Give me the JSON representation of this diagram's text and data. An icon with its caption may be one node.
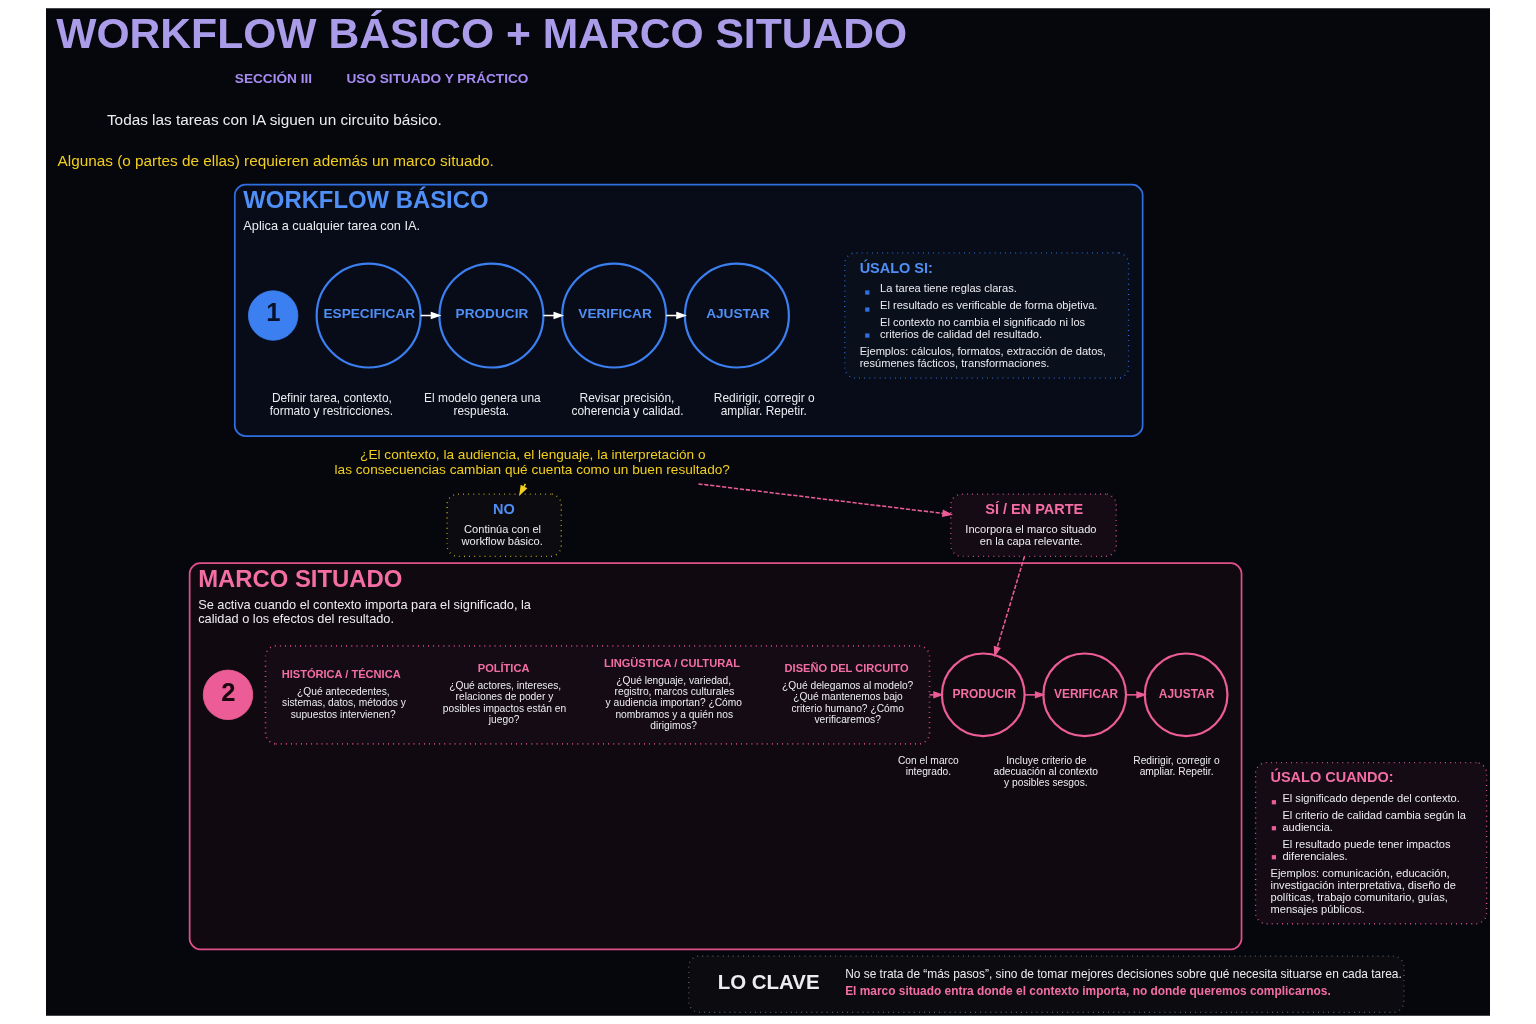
{
  "diagram": {
    "title": "WORKFLOW BÁSICO + MARCO SITUADO",
    "nodes": [
      {
        "text": [
          "WORKFLOW BÁSICO",
          "Aplica a cualquier tarea con IA."
        ]
      },
      {
        "text": [
          "1"
        ],
        "in": 0
      },
      {
        "text": [
          "ESPECIFICAR"
        ],
        "beside": [
          "Definir tarea, contexto, formato y restricciones."
        ],
        "in": 0
      },
      {
        "text": [
          "PRODUCIR"
        ],
        "beside": [
          "El modelo genera una respuesta."
        ],
        "in": 0
      },
      {
        "text": [
          "VERIFICAR"
        ],
        "beside": [
          "Revisar precisión, coherencia y calidad."
        ],
        "in": 0
      },
      {
        "text": [
          "AJUSTAR"
        ],
        "beside": [
          "Redirigir, corregir o ampliar. Repetir."
        ],
        "in": 0
      },
      {
        "text": [
          "ÚSALO SI:",
          "La tarea tiene reglas claras.",
          "El resultado es verificable de forma objetiva.",
          "El contexto no cambia el significado ni los criterios de calidad del resultado.",
          "Ejemplos: cálculos, formatos, extracción de datos, resúmenes fácticos, transformaciones."
        ],
        "in": 0
      },
      {
        "text": [
          "¿El contexto, la audiencia, el lenguaje, la interpretación o las consecuencias cambian qué cuenta como un buen resultado?"
        ]
      },
      {
        "text": [
          "NO",
          "Continúa con el workflow básico."
        ]
      },
      {
        "text": [
          "SÍ / EN PARTE",
          "Incorpora el marco situado en la capa relevante."
        ]
      },
      {
        "text": [
          "MARCO SITUADO",
          "Se activa cuando el contexto importa para el significado, la calidad o los efectos del resultado."
        ]
      },
      {
        "text": [
          "2"
        ],
        "in": 10
      },
      {
        "text": [],
        "shape": "box",
        "in": 10
      },
      {
        "text": [
          "HISTÓRICA / TÉCNICA",
          "¿Qué antecedentes, sistemas, datos, métodos y supuestos intervienen?"
        ],
        "in": 12
      },
      {
        "text": [
          "POLÍTICA",
          "¿Qué actores, intereses, relaciones de poder y posibles impactos están en juego?"
        ],
        "in": 12
      },
      {
        "text": [
          "LINGÜSTICA / CULTURAL",
          "¿Qué lenguaje, variedad, registro, marcos culturales y audiencia importan? ¿Cómo nombramos y a quién nos dirigimos?"
        ],
        "in": 12
      },
      {
        "text": [
          "DISEÑO DEL CIRCUITO",
          "¿Qué delegamos al modelo? ¿Qué mantenemos bajo criterio humano? ¿Cómo verificaremos?"
        ],
        "in": 12
      },
      {
        "text": [
          "PRODUCIR"
        ],
        "beside": [
          "Con el marco integrado."
        ],
        "in": 10
      },
      {
        "text": [
          "VERIFICAR"
        ],
        "beside": [
          "Incluye criterio de adecuación al contexto y posibles sesgos."
        ],
        "in": 10
      },
      {
        "text": [
          "AJUSTAR"
        ],
        "beside": [
          "Redirigir, corregir o ampliar. Repetir."
        ],
        "in": 10
      },
      {
        "text": [
          "ÚSALO CUANDO:",
          "El significado depende del contexto.",
          "El criterio de calidad cambia según la audiencia.",
          "El resultado puede tener impactos diferenciales.",
          "Ejemplos: comunicación, educación, investigación interpretativa, diseño de políticas, trabajo comunitario, guías, mensajes públicos."
        ]
      },
      {
        "text": [
          "LO CLAVE",
          "No se trata de “más pasos”, sino de tomar mejores decisiones sobre qué necesita situarse en cada tarea.",
          "El marco situado entra donde el contexto importa, no donde queremos complicarnos."
        ]
      }
    ],
    "edges": [
      {
        "from": 2,
        "to": 3,
        "arrow": "to",
        "color": "#ffffff"
      },
      {
        "from": 3,
        "to": 4,
        "arrow": "to",
        "color": "#ffffff"
      },
      {
        "from": 4,
        "to": 5,
        "arrow": "to",
        "color": "#ffffff"
      },
      {
        "from": 7,
        "to": 8,
        "arrow": "to",
        "style": "dashed",
        "color": "#f2cf1d"
      },
      {
        "from": 7,
        "to": 9,
        "arrow": "to",
        "style": "dashed"
      },
      {
        "from": 9,
        "to": 17,
        "arrow": "to",
        "style": "dashed"
      },
      {
        "from": 12,
        "to": 17,
        "arrow": "to"
      },
      {
        "from": 17,
        "to": 18,
        "arrow": "to"
      },
      {
        "from": 18,
        "to": 19,
        "arrow": "to"
      }
    ],
    "labels": [
      "SECCIÓN III",
      "USO SITUADO Y PRÁCTICO",
      "Todas las tareas con IA siguen un circuito básico.",
      "Algunas (o partes de ellas) requieren además un marco situado."
    ]
  }
}
